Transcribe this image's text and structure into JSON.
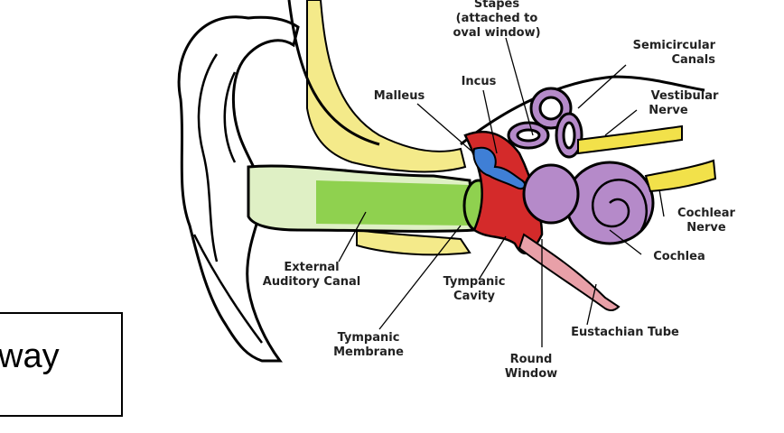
{
  "diagram": {
    "labels": {
      "stapes": [
        "Stapes",
        "(attached to",
        "oval window)"
      ],
      "semicircular": [
        "Semicircular",
        "Canals"
      ],
      "incus": "Incus",
      "malleus": "Malleus",
      "vestibular": [
        "Vestibular",
        "Nerve"
      ],
      "cochlear_nerve": [
        "Cochlear",
        "Nerve"
      ],
      "cochlea": "Cochlea",
      "external": [
        "External",
        "Auditory Canal"
      ],
      "tympanic_cavity": [
        "Tympanic",
        "Cavity"
      ],
      "tympanic_membrane": [
        "Tympanic",
        "Membrane"
      ],
      "round_window": [
        "Round",
        "Window"
      ],
      "eustachian": "Eustachian Tube"
    }
  },
  "side_box": {
    "text": "way"
  },
  "colors": {
    "yellow": "#f4ea8a",
    "green": "#8fd14f",
    "red": "#d42a2a",
    "purple": "#b58ac9",
    "blue": "#3f7fd6",
    "pink": "#e8a0a8"
  }
}
